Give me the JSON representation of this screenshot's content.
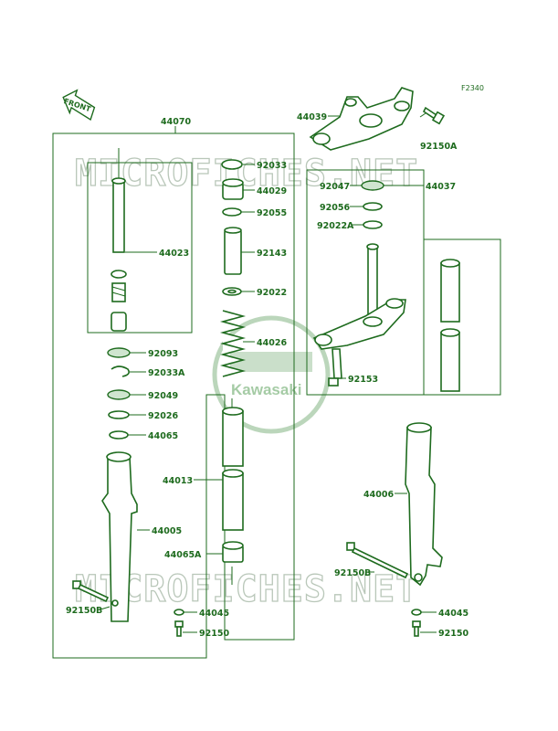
{
  "diagram_code": "F2340",
  "front_label": "FRONT",
  "watermark_text": "MICROFICHES.NET",
  "logo_text": "Kawasaki",
  "colors": {
    "line": "#1e6b1e",
    "shade": "#cfe5cf",
    "watermark": "#b9c7b9"
  },
  "labels": {
    "p44070": "44070",
    "p44039": "44039",
    "p92150A": "92150A",
    "p92033": "92033",
    "p44029": "44029",
    "p92055": "92055",
    "p92047": "92047",
    "p44037": "44037",
    "p92056": "92056",
    "p92022A": "92022A",
    "p44023": "44023",
    "p92143": "92143",
    "p92022": "92022",
    "p44026": "44026",
    "p92093": "92093",
    "p92033A": "92033A",
    "p92153": "92153",
    "p92049": "92049",
    "p92026": "92026",
    "p44065": "44065",
    "p44013": "44013",
    "p44006": "44006",
    "p44005": "44005",
    "p44065A": "44065A",
    "p92150B_right": "92150B",
    "p92150B_left": "92150B",
    "p44045_mid": "44045",
    "p44045_right": "44045",
    "p92150_mid": "92150",
    "p92150_right": "92150"
  }
}
